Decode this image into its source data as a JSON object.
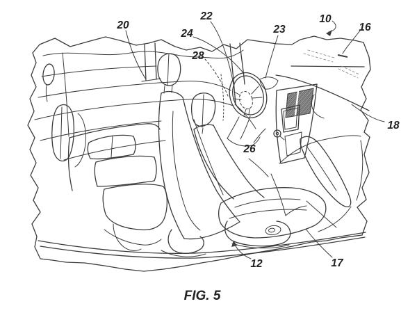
{
  "figure": {
    "caption": "FIG. 5",
    "labels": {
      "n10": "10",
      "n12": "12",
      "n16": "16",
      "n17": "17",
      "n18": "18",
      "n20": "20",
      "n22": "22",
      "n23": "23",
      "n24": "24",
      "n26": "26",
      "n28": "28"
    },
    "colors": {
      "line": "#3b3b3b",
      "label": "#222222",
      "background": "#ffffff",
      "faint": "#8a8a8a"
    }
  }
}
